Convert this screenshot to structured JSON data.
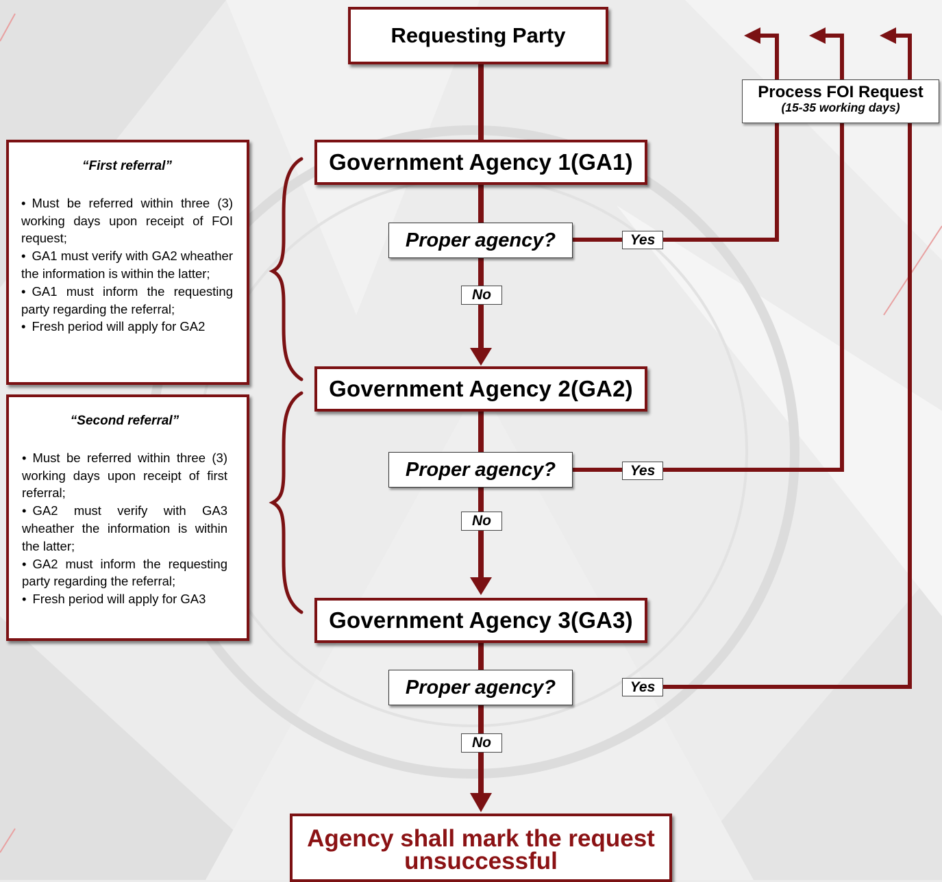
{
  "diagram": {
    "requesting_party": "Requesting Party",
    "agencies": [
      {
        "name": "Government Agency 1(GA1)",
        "question": "Proper agency?",
        "yes": "Yes",
        "no": "No"
      },
      {
        "name": "Government Agency 2(GA2)",
        "question": "Proper agency?",
        "yes": "Yes",
        "no": "No"
      },
      {
        "name": "Government Agency 3(GA3)",
        "question": "Proper agency?",
        "yes": "Yes",
        "no": "No"
      }
    ],
    "process": {
      "title": "Process FOI Request",
      "subtitle": "(15-35 working days)"
    },
    "final": {
      "line1": "Agency shall mark the request",
      "line2": "unsuccessful"
    },
    "notes": [
      {
        "title": "“First referral”",
        "items": [
          "Must be referred within three (3) working days upon receipt of FOI request;",
          "GA1 must verify with GA2 wheather the information is within the latter;",
          "GA1 must inform the requesting party regarding the referral;",
          "Fresh period will apply for GA2"
        ]
      },
      {
        "title": "“Second referral”",
        "items": [
          "Must be referred within three (3) working days upon receipt of first referral;",
          "GA2 must verify with GA3 wheather the information is within the latter;",
          "GA2 must inform the requesting party regarding the referral;",
          "Fresh period will apply for GA3"
        ]
      }
    ],
    "bullet": "•",
    "colors": {
      "accent": "#7b1113",
      "final_text": "#8b1214",
      "background": "#ececec"
    }
  }
}
